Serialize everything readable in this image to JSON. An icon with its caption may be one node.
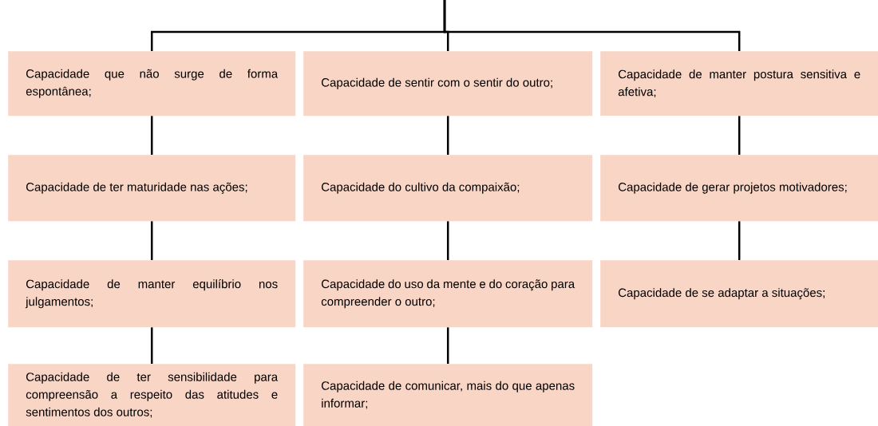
{
  "diagram": {
    "nodes": [
      {
        "text": [
          "Capacidade que não surge de forma espontânea;"
        ]
      },
      {
        "text": [
          "Capacidade de sentir com o sentir do outro;"
        ]
      },
      {
        "text": [
          "Capacidade de manter postura sensitiva e afetiva;"
        ]
      },
      {
        "text": [
          "Capacidade de ter maturidade nas ações;"
        ]
      },
      {
        "text": [
          "Capacidade do cultivo da compaixão;"
        ]
      },
      {
        "text": [
          "Capacidade de gerar projetos motivadores;"
        ]
      },
      {
        "text": [
          "Capacidade de manter equilíbrio nos julgamentos;"
        ]
      },
      {
        "text": [
          "Capacidade do uso da mente e do coração para compreender o outro;"
        ]
      },
      {
        "text": [
          "Capacidade de se adaptar a situações;"
        ]
      },
      {
        "text": [
          "Capacidade de ter sensibilidade para compreensão a respeito das atitudes e sentimentos dos outros;"
        ]
      },
      {
        "text": [
          "Capacidade de comunicar, mais do que apenas informar;"
        ]
      }
    ],
    "edges": [
      {
        "from": null,
        "to": 0,
        "arrow": "none"
      },
      {
        "from": null,
        "to": 1,
        "arrow": "none"
      },
      {
        "from": null,
        "to": 2,
        "arrow": "none"
      },
      {
        "from": 0,
        "to": 3,
        "arrow": "none"
      },
      {
        "from": 3,
        "to": 6,
        "arrow": "none"
      },
      {
        "from": 6,
        "to": 9,
        "arrow": "none"
      },
      {
        "from": 1,
        "to": 4,
        "arrow": "none"
      },
      {
        "from": 4,
        "to": 7,
        "arrow": "none"
      },
      {
        "from": 7,
        "to": 10,
        "arrow": "none"
      },
      {
        "from": 2,
        "to": 5,
        "arrow": "none"
      },
      {
        "from": 5,
        "to": 8,
        "arrow": "none"
      }
    ]
  }
}
